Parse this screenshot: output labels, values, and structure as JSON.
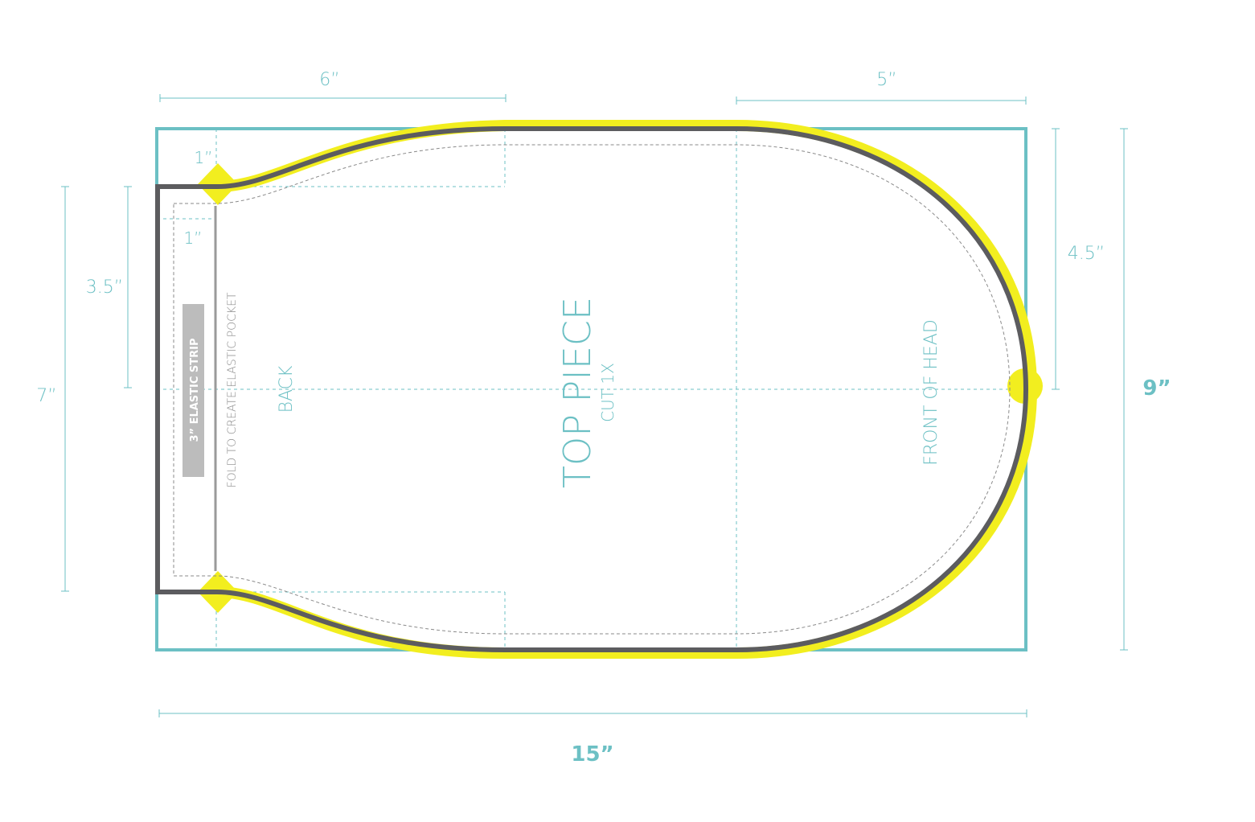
{
  "dimensions": {
    "top_left_width": "6”",
    "top_right_width": "5”",
    "corner_top": "1”",
    "corner_inner": "1”",
    "left_inner_height": "3.5”",
    "left_outer_height": "7”",
    "right_inner_height": "4.5”",
    "total_height": "9”",
    "total_width": "15”"
  },
  "labels": {
    "elastic_strip": "3” ELASTIC STRIP",
    "fold_note": "FOLD TO CREATE ELASTIC POCKET",
    "back": "BACK",
    "piece_title": "TOP PIECE",
    "piece_subtitle": "CUT 1X",
    "front": "FRONT OF HEAD"
  },
  "colors": {
    "teal": "#6cc0c4",
    "yellow": "#f2ee1f",
    "dark_grey": "#5c5c5f",
    "strip_grey": "#bcbcbc"
  }
}
